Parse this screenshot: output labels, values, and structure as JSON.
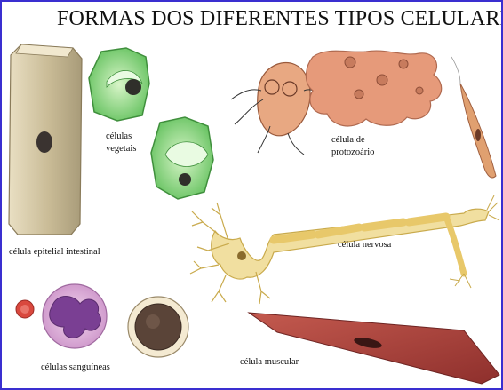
{
  "title": "FORMAS DOS DIFERENTES TIPOS CELULARES",
  "labels": {
    "epithelial": "célula epitelial intestinal",
    "plant_line1": "células",
    "plant_line2": "vegetais",
    "protozoan_line1": "célula de",
    "protozoan_line2": "protozoário",
    "nerve": "célula nervosa",
    "blood": "células sanguíneas",
    "muscle": "célula muscular"
  },
  "colors": {
    "border": "#3a2fd0",
    "epithelial": "#c9bb96",
    "plant": "#7fcf7a",
    "protozoan": "#e69a7a",
    "nerve": "#f1dfa0",
    "blood_cell": "#d9a8d8",
    "muscle": "#a8423c"
  }
}
